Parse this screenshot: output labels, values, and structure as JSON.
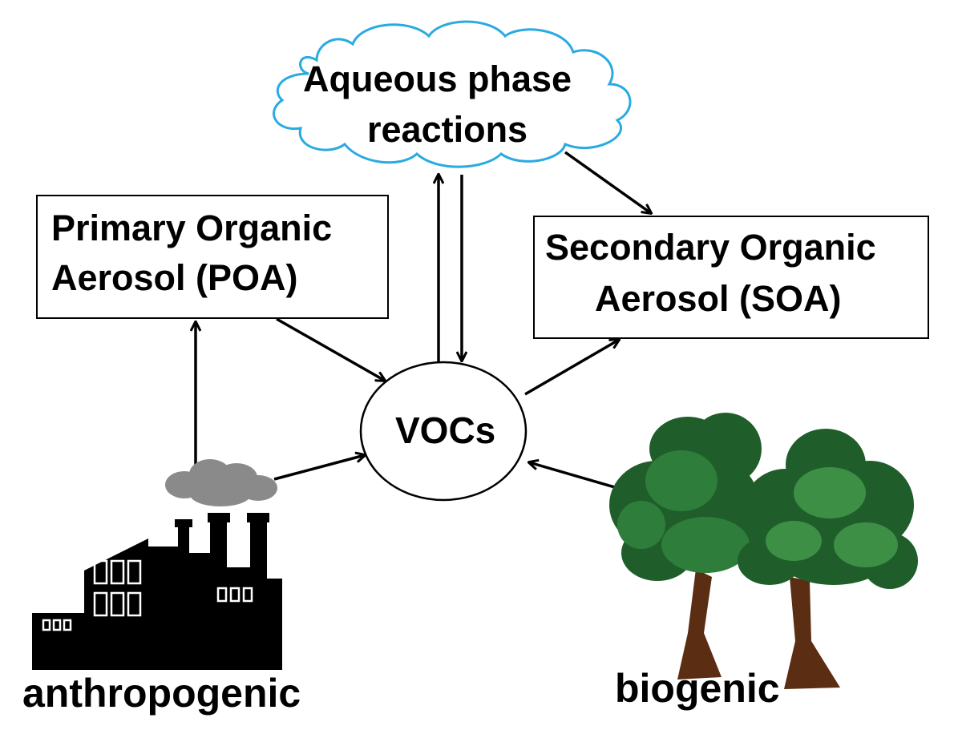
{
  "diagram": {
    "cloud": {
      "line1": "Aqueous phase",
      "line2": "reactions"
    },
    "poa": {
      "line1": "Primary Organic",
      "line2": "Aerosol (POA)"
    },
    "soa": {
      "line1": "Secondary Organic",
      "line2": "Aerosol (SOA)"
    },
    "center": "VOCs",
    "source_left": "anthropogenic",
    "source_right": "biogenic"
  },
  "colors": {
    "cloud_stroke": "#29aae1",
    "smoke": "#8a8a8a",
    "factory": "#000000",
    "tree_foliage_dark": "#1f5e2a",
    "tree_foliage_mid": "#2e7d3a",
    "tree_foliage_light": "#3c8f45",
    "tree_trunk": "#5b2d12"
  }
}
